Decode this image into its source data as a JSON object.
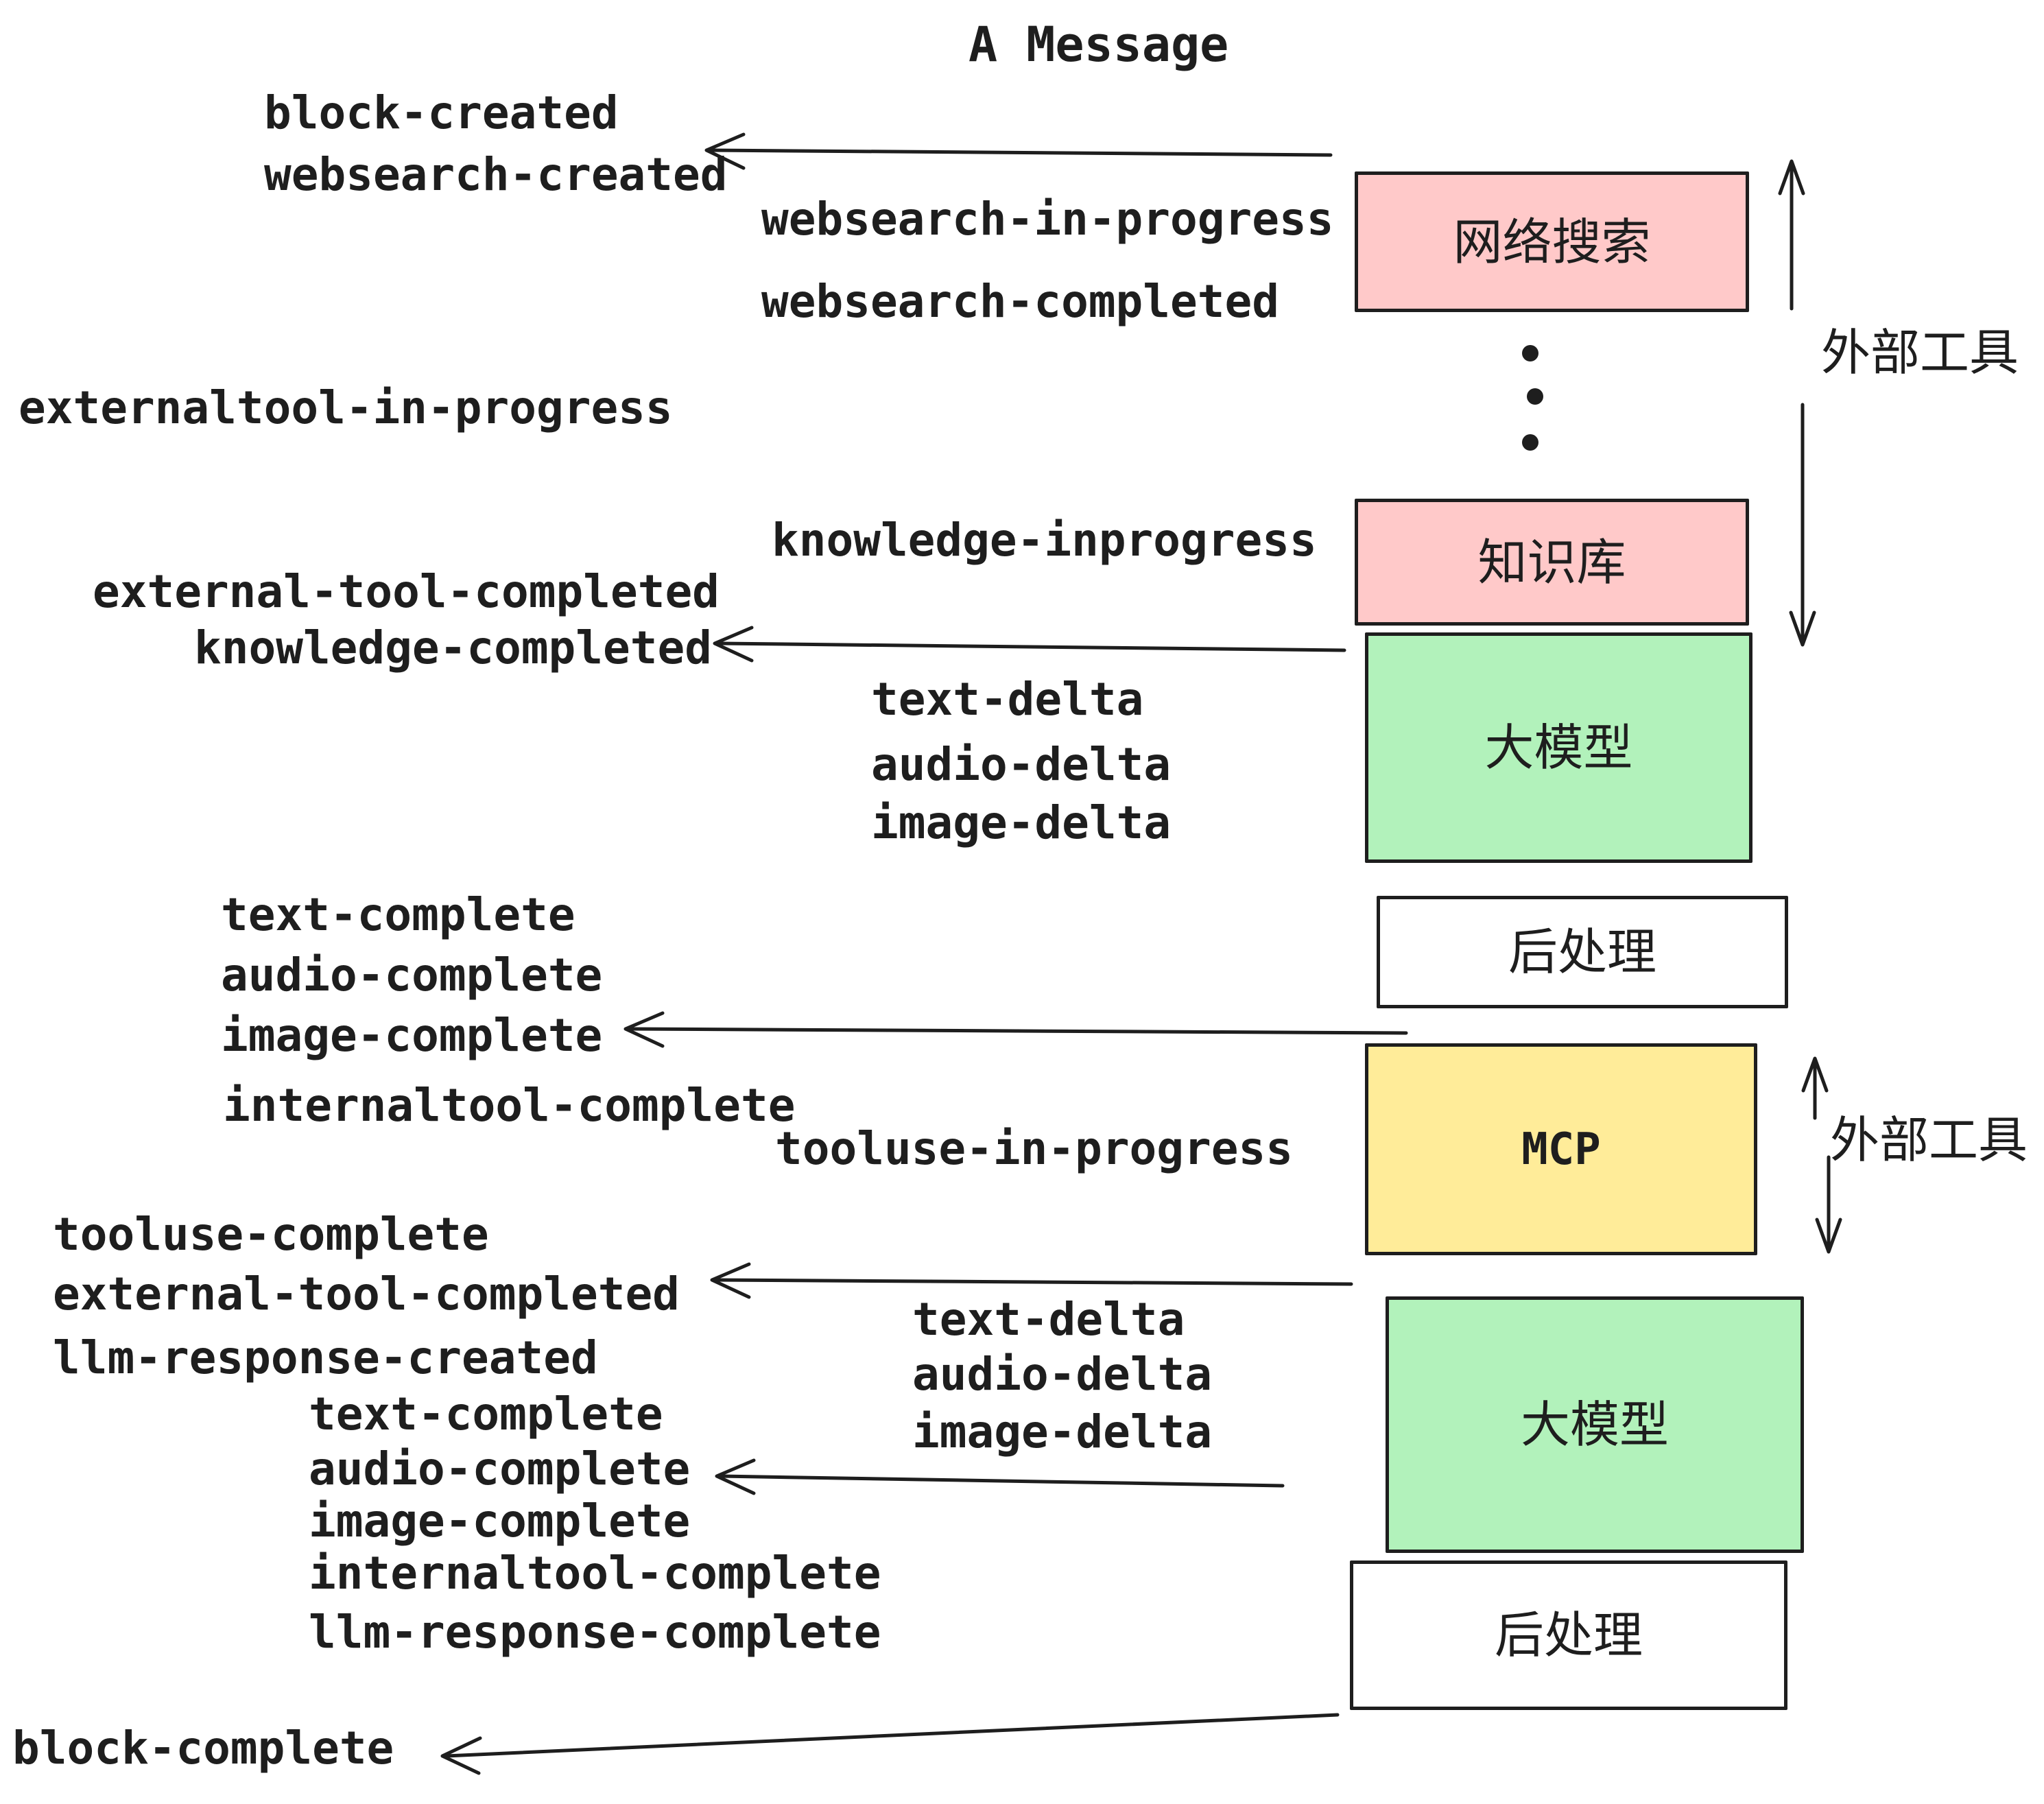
{
  "title": "A Message",
  "colors": {
    "pink": "#ffc9c9",
    "green": "#b2f2bb",
    "yellow": "#ffec99",
    "white": "#ffffff",
    "ink": "#1e1e1e"
  },
  "boxes": [
    {
      "label": "网络搜索",
      "color": "pink"
    },
    {
      "label": "知识库",
      "color": "pink"
    },
    {
      "label": "大模型",
      "color": "green"
    },
    {
      "label": "后处理",
      "color": "white"
    },
    {
      "label": "MCP",
      "color": "yellow"
    },
    {
      "label": "大模型",
      "color": "green"
    },
    {
      "label": "后处理",
      "color": "white"
    }
  ],
  "annotations": {
    "external_tools_top": "外部工具",
    "external_tools_mcp": "外部工具"
  },
  "events": {
    "block_created": "block-created",
    "websearch_created": "websearch-created",
    "websearch_in_progress": "websearch-in-progress",
    "websearch_completed": "websearch-completed",
    "externaltool_in_progress": "externaltool-in-progress",
    "knowledge_inprogress": "knowledge-inprogress",
    "external_tool_completed": "external-tool-completed",
    "knowledge_completed": "knowledge-completed",
    "text_delta": "text-delta",
    "audio_delta": "audio-delta",
    "image_delta": "image-delta",
    "text_complete": "text-complete",
    "audio_complete": "audio-complete",
    "image_complete": "image-complete",
    "internaltool_complete": "internaltool-complete",
    "tooluse_in_progress": "tooluse-in-progress",
    "tooluse_complete": "tooluse-complete",
    "llm_response_created": "llm-response-created",
    "llm_response_complete": "llm-response-complete",
    "block_complete": "block-complete"
  }
}
